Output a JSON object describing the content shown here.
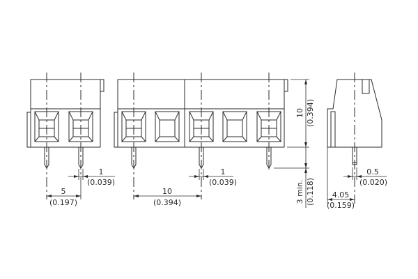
{
  "drawing": {
    "views": [
      {
        "name": "2-pole front view",
        "poles": 2
      },
      {
        "name": "5-pole front view",
        "poles": 5
      },
      {
        "name": "side view"
      }
    ],
    "dimensions": {
      "pitch_5": {
        "value": "5",
        "inch": "(0.197)"
      },
      "pin_1_left": {
        "value": "1",
        "inch": "(0.039)"
      },
      "pitch_10": {
        "value": "10",
        "inch": "(0.394)"
      },
      "pin_1_mid": {
        "value": "1",
        "inch": "(0.039)"
      },
      "height_10": {
        "value": "10",
        "inch": "(0.394)"
      },
      "pin_length": {
        "value": "3 min.",
        "inch": "(0.118)"
      },
      "offset_405": {
        "value": "4.05",
        "inch": "(0.159)"
      },
      "pin_05": {
        "value": "0.5",
        "inch": "(0.020)"
      }
    },
    "colors": {
      "line": "#2a2a2a",
      "background": "#ffffff"
    }
  }
}
